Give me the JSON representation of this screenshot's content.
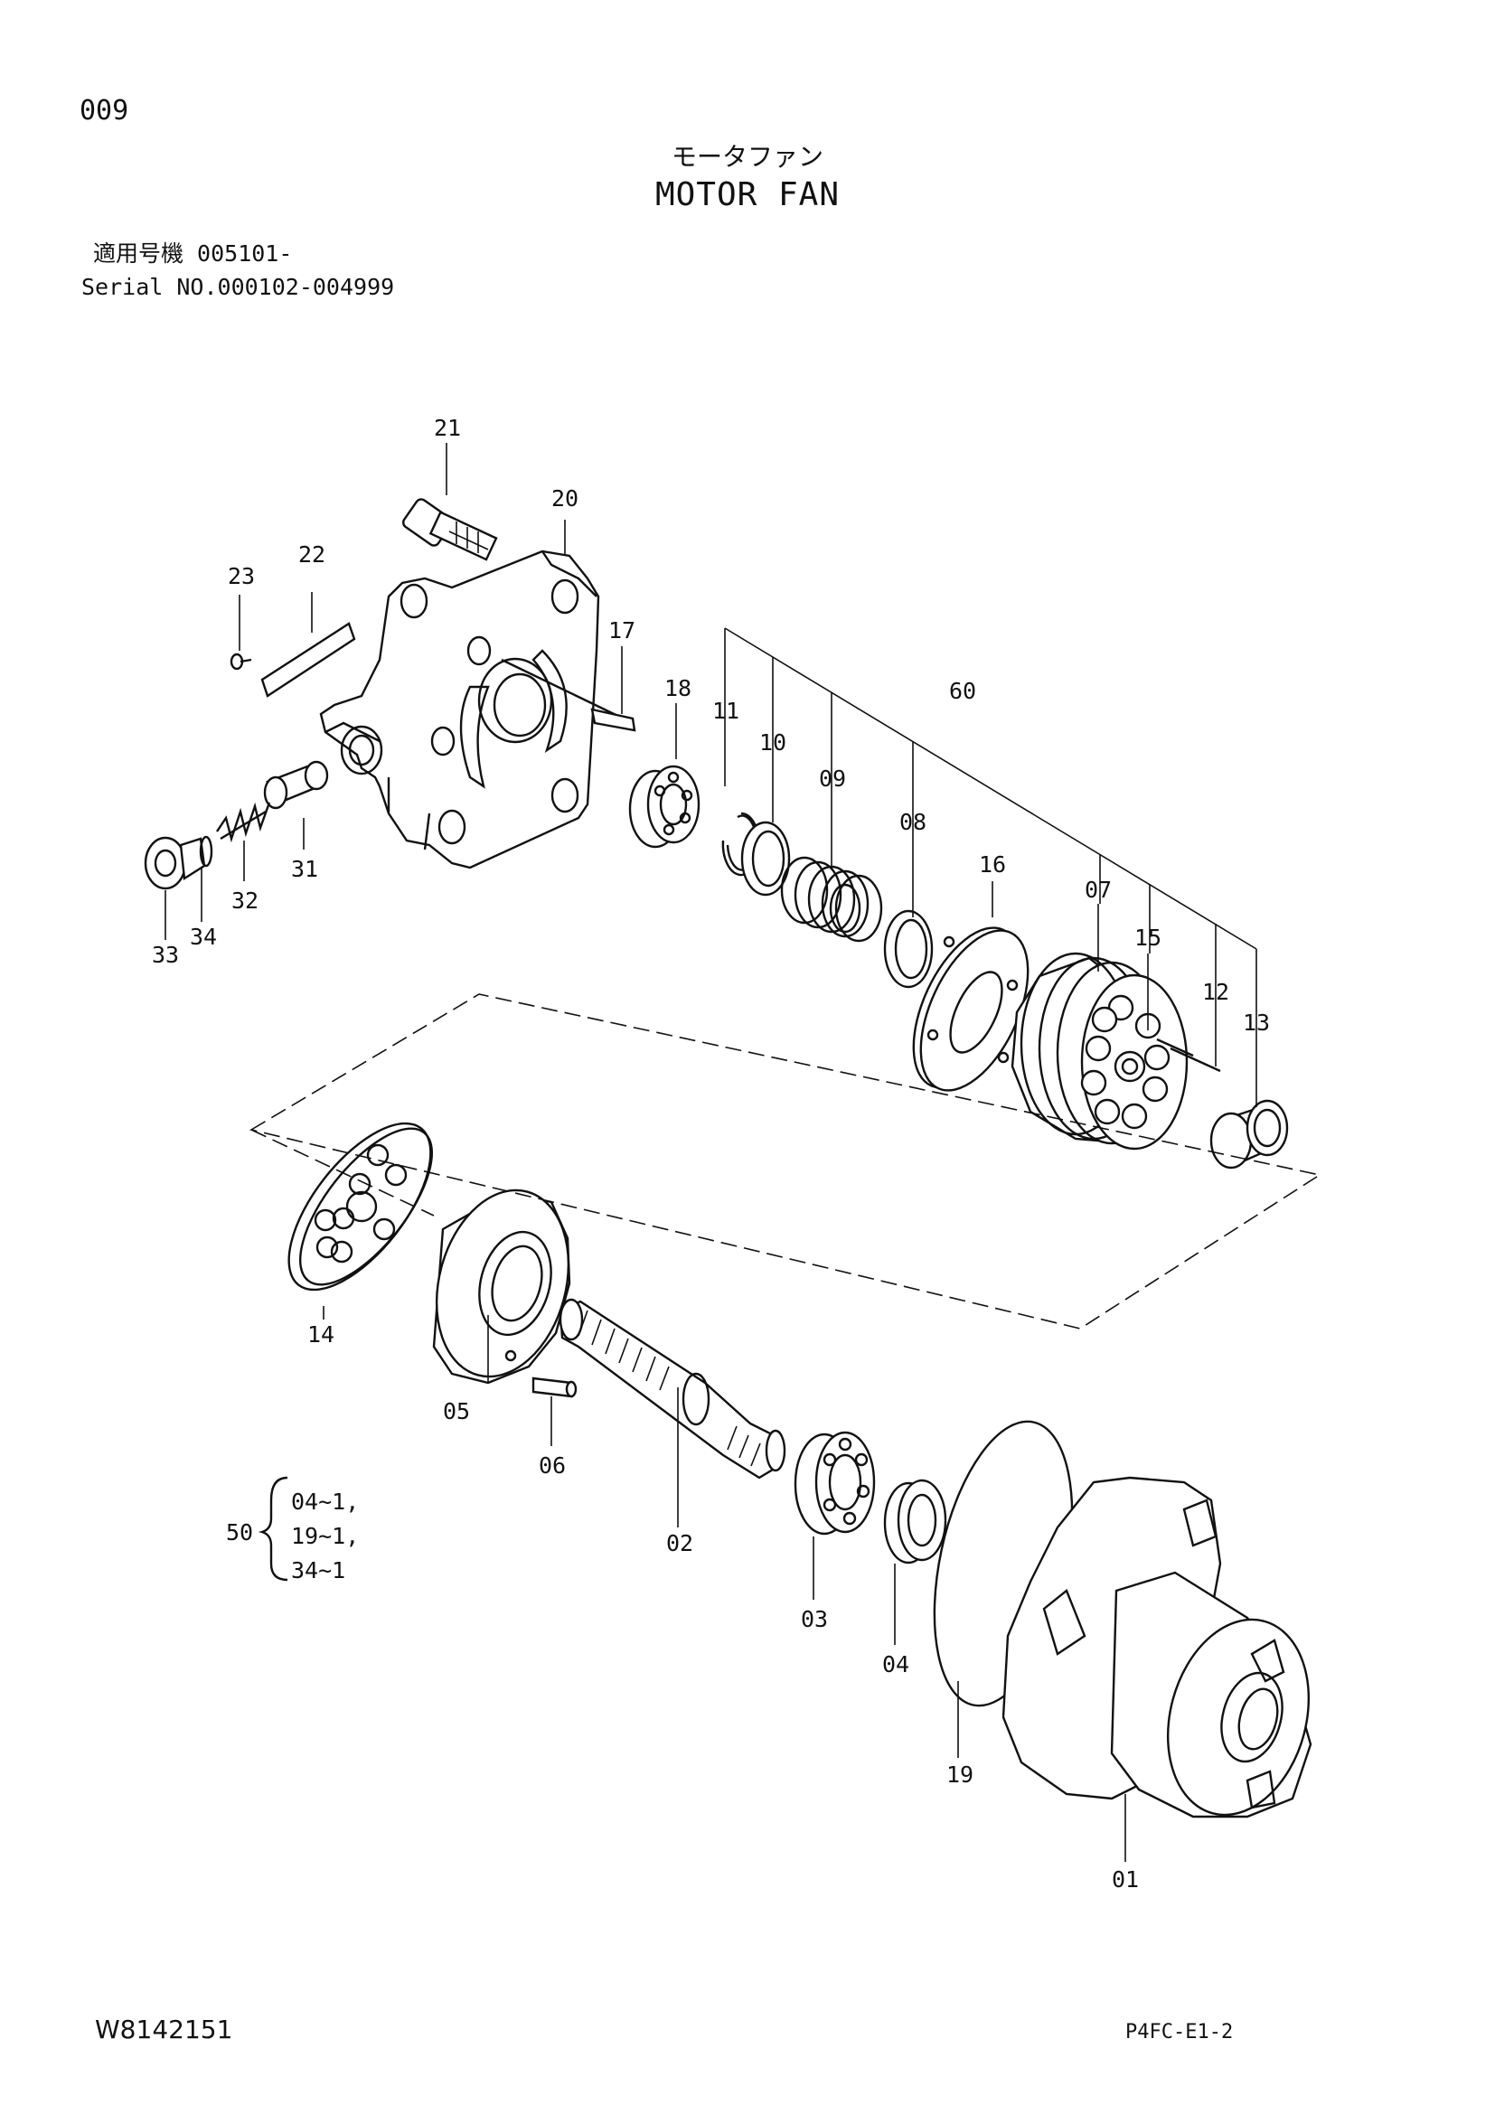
{
  "header": {
    "page_number": "009",
    "title_jp": "モータファン",
    "title_en": "MOTOR FAN",
    "serial_jp": "適用号機 005101-",
    "serial_en": "Serial NO.000102-004999"
  },
  "footer": {
    "doc_id": "W8142151",
    "page_code": "P4FC-E1-2"
  },
  "callouts": [
    "01",
    "02",
    "03",
    "04",
    "05",
    "06",
    "07",
    "08",
    "09",
    "10",
    "11",
    "12",
    "13",
    "14",
    "15",
    "16",
    "17",
    "18",
    "19",
    "20",
    "21",
    "22",
    "23",
    "31",
    "32",
    "33",
    "34",
    "50",
    "60"
  ],
  "kit_50": {
    "label": "50",
    "items": [
      "04~1,",
      "19~1,",
      "34~1"
    ]
  }
}
